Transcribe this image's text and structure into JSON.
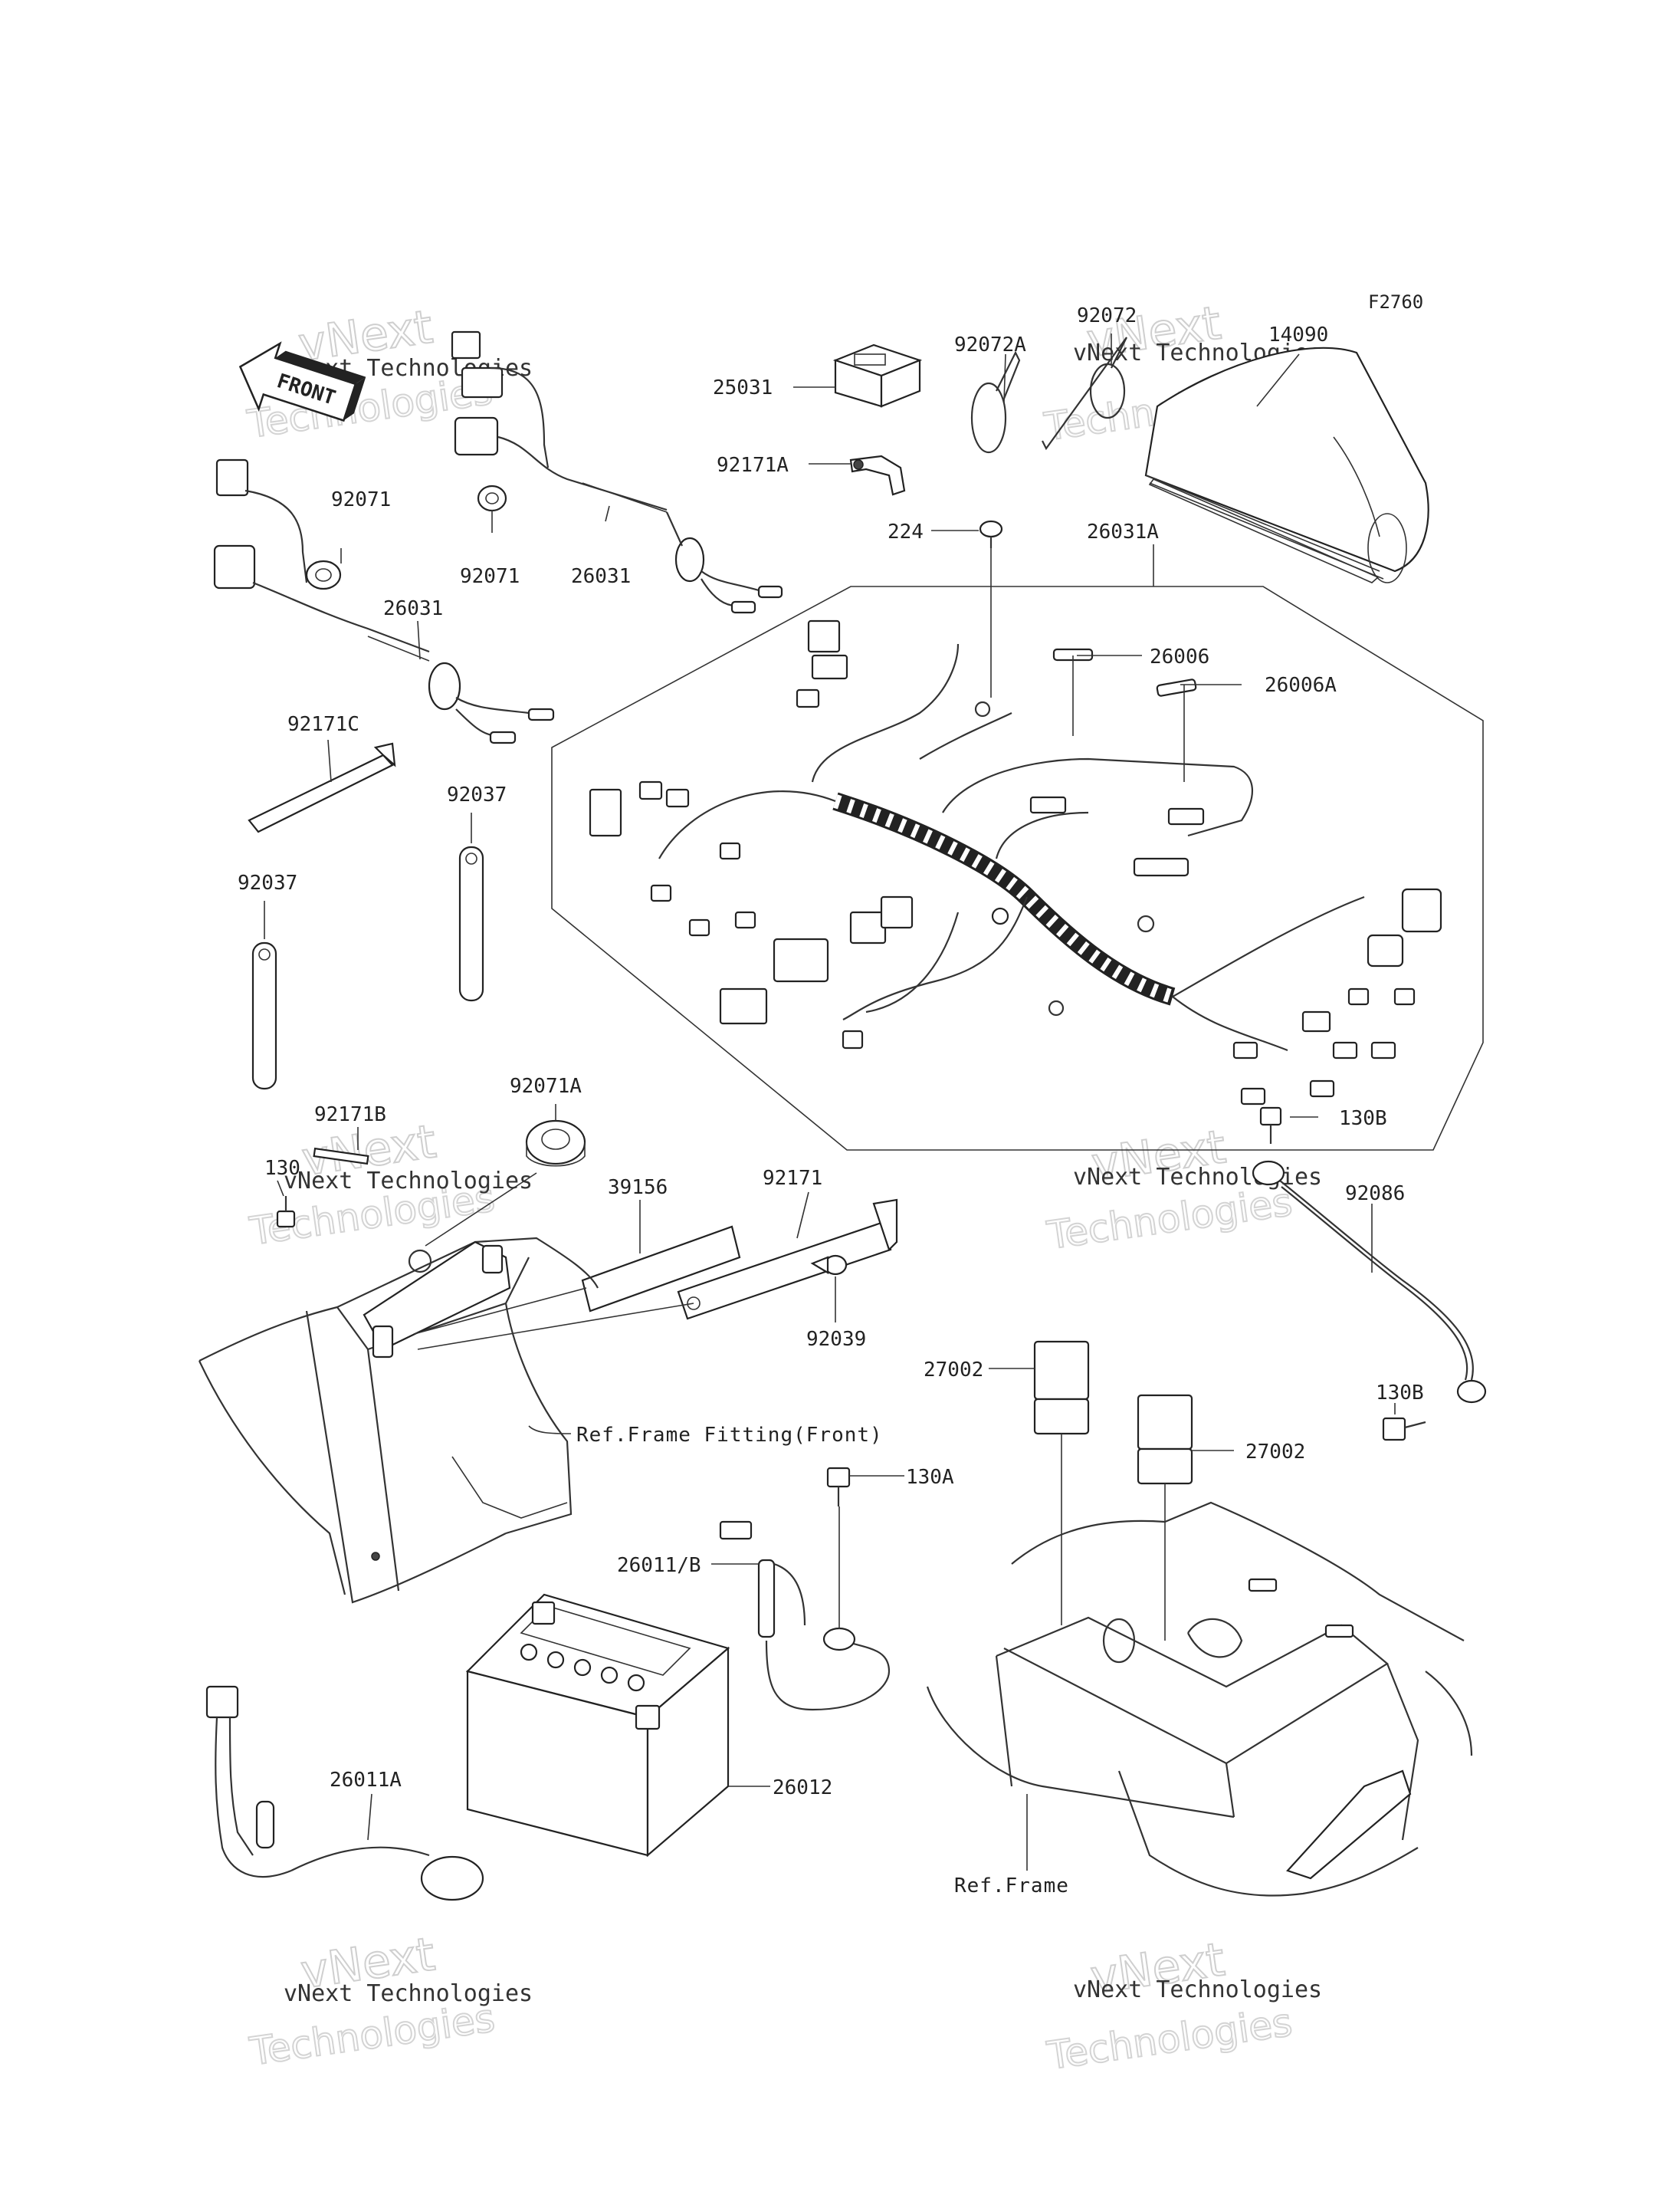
{
  "figure_id": "F2760",
  "front_arrow": "FRONT",
  "watermark": {
    "company": "vNext Technologies",
    "line1": "vNext",
    "line2": "Technologies"
  },
  "parts": [
    {
      "id": "p-92072a",
      "label": "92072A"
    },
    {
      "id": "p-92072",
      "label": "92072"
    },
    {
      "id": "p-14090",
      "label": "14090"
    },
    {
      "id": "p-25031",
      "label": "25031"
    },
    {
      "id": "p-92171a",
      "label": "92171A"
    },
    {
      "id": "p-92071-a",
      "label": "92071"
    },
    {
      "id": "p-92071-b",
      "label": "92071"
    },
    {
      "id": "p-26031-a",
      "label": "26031"
    },
    {
      "id": "p-26031-b",
      "label": "26031"
    },
    {
      "id": "p-224",
      "label": "224"
    },
    {
      "id": "p-26031a",
      "label": "26031A"
    },
    {
      "id": "p-26006",
      "label": "26006"
    },
    {
      "id": "p-26006a",
      "label": "26006A"
    },
    {
      "id": "p-92171c",
      "label": "92171C"
    },
    {
      "id": "p-92037-a",
      "label": "92037"
    },
    {
      "id": "p-92037-b",
      "label": "92037"
    },
    {
      "id": "p-92071a",
      "label": "92071A"
    },
    {
      "id": "p-92171b",
      "label": "92171B"
    },
    {
      "id": "p-130",
      "label": "130"
    },
    {
      "id": "p-39156",
      "label": "39156"
    },
    {
      "id": "p-92171",
      "label": "92171"
    },
    {
      "id": "p-92039",
      "label": "92039"
    },
    {
      "id": "p-130b-a",
      "label": "130B"
    },
    {
      "id": "p-92086",
      "label": "92086"
    },
    {
      "id": "p-130b-b",
      "label": "130B"
    },
    {
      "id": "p-27002-a",
      "label": "27002"
    },
    {
      "id": "p-27002-b",
      "label": "27002"
    },
    {
      "id": "p-130a",
      "label": "130A"
    },
    {
      "id": "p-26011b",
      "label": "26011/B"
    },
    {
      "id": "p-26012",
      "label": "26012"
    },
    {
      "id": "p-26011a",
      "label": "26011A"
    }
  ],
  "references": {
    "frame_fitting_front": "Ref.Frame Fitting(Front)",
    "frame": "Ref.Frame"
  }
}
